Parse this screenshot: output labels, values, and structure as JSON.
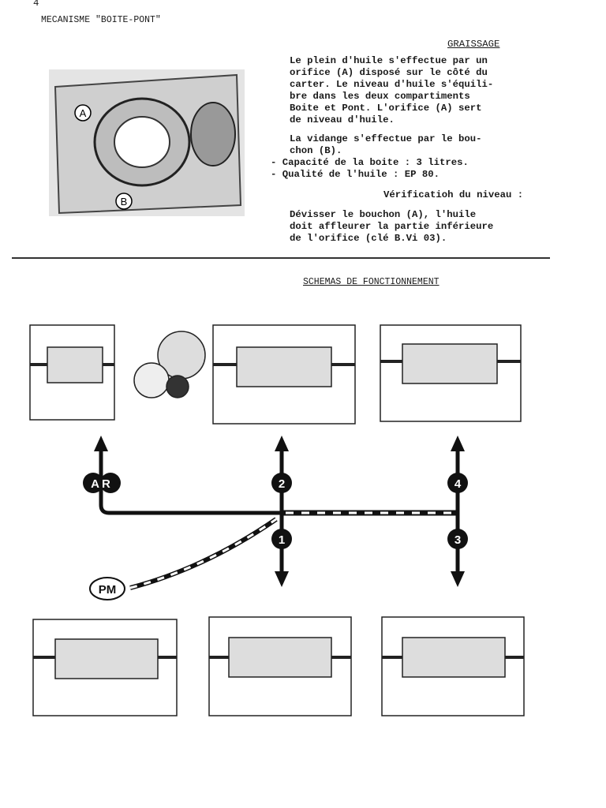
{
  "page_number": "4",
  "title": "MECANISME \"BOITE-PONT\"",
  "lubrication": {
    "heading": "GRAISSAGE",
    "para1": [
      "Le plein d'huile s'effectue par un",
      "orifice (A) disposé sur le côté du",
      "carter. Le niveau d'huile s'équili-",
      "bre dans les deux compartiments",
      "Boite et Pont. L'orifice (A) sert",
      "de niveau d'huile."
    ],
    "para2": [
      "La vidange s'effectue par le bou-",
      "chon (B)."
    ],
    "bullets": [
      "- Capacité de la boite : 3 litres.",
      "- Qualité de l'huile : EP 80."
    ],
    "check_heading": "Vérificatioh du niveau :",
    "para3": [
      "Dévisser le bouchon (A), l'huile",
      "doit affleurer la partie inférieure",
      "de l'orifice (clé B.Vi 03)."
    ],
    "photo_labels": [
      "A",
      "B"
    ]
  },
  "diagrams": {
    "heading": "SCHEMAS DE FONCTIONNEMENT",
    "positions": {
      "reverse": "AR",
      "neutral": "PM",
      "g1": "1",
      "g2": "2",
      "g3": "3",
      "g4": "4"
    }
  }
}
